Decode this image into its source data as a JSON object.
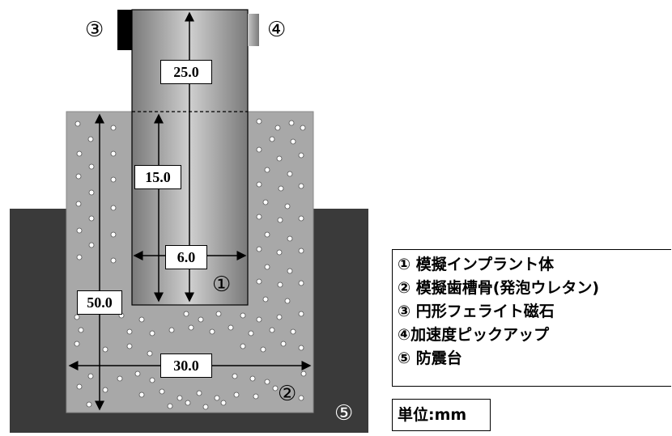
{
  "dimensions": {
    "pickup_height": "25.0",
    "embed_depth": "15.0",
    "implant_diameter": "6.0",
    "foam_height": "50.0",
    "foam_width": "30.0"
  },
  "component_markers": {
    "implant": "①",
    "foam": "②",
    "magnet": "③",
    "pickup": "④",
    "table": "⑤"
  },
  "legend": {
    "items": [
      "① 模擬インプラント体",
      "② 模擬歯槽骨(発泡ウレタン)",
      "③ 円形フェライト磁石",
      "④加速度ピックアップ",
      "⑤ 防震台"
    ]
  },
  "unit": {
    "label": "単位:mm"
  },
  "colors": {
    "table": "#3a3a3a",
    "foam": "#a8a8a8",
    "implant_edge": "#7a7a7a",
    "implant_center": "#cfcfcf",
    "magnet": "#000000",
    "pickup": "#a0a0a0"
  }
}
